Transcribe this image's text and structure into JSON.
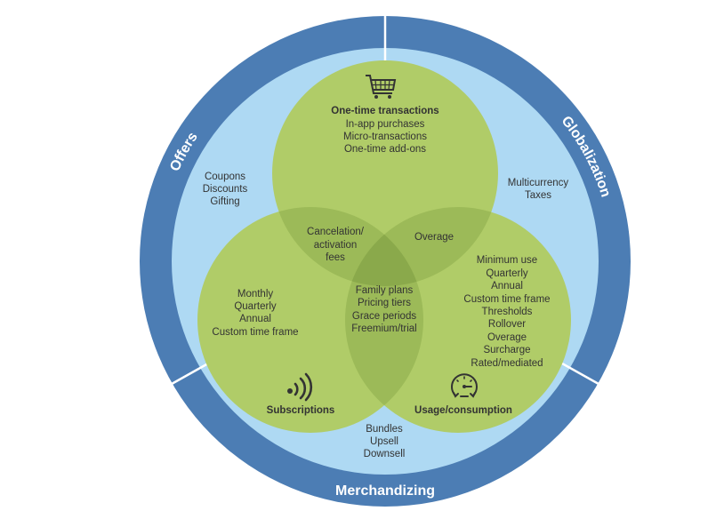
{
  "colors": {
    "outer_ring": "#4c7db4",
    "inner_field": "#aed9f3",
    "circle": "#b0cc68",
    "overlap_two": "#9cba58",
    "overlap_three": "#8aa94b",
    "text": "#333333",
    "ring_text": "#ffffff",
    "divider": "#ffffff"
  },
  "ring_sectors": [
    {
      "id": "offers",
      "label": "Offers",
      "items": [
        "Coupons",
        "Discounts",
        "Gifting"
      ]
    },
    {
      "id": "globalization",
      "label": "Globalization",
      "items": [
        "Multicurrency",
        "Taxes"
      ]
    },
    {
      "id": "merchandizing",
      "label": "Merchandizing",
      "items": [
        "Bundles",
        "Upsell",
        "Downsell"
      ]
    }
  ],
  "circles": [
    {
      "id": "one-time",
      "icon": "shopping-cart-icon",
      "title": "One-time transactions",
      "items": [
        "In-app purchases",
        "Micro-transactions",
        "One-time add-ons"
      ]
    },
    {
      "id": "subscriptions",
      "icon": "signal-waves-icon",
      "title": "Subscriptions",
      "items": [
        "Monthly",
        "Quarterly",
        "Annual",
        "Custom time frame"
      ]
    },
    {
      "id": "usage",
      "icon": "speedometer-icon",
      "title": "Usage/consumption",
      "items": [
        "Minimum use",
        "Quarterly",
        "Annual",
        "Custom time frame",
        "Thresholds",
        "Rollover",
        "Overage",
        "Surcharge",
        "Rated/mediated"
      ]
    }
  ],
  "overlaps": {
    "one_time_subscriptions": [
      "Cancelation/",
      "activation",
      "fees"
    ],
    "one_time_usage": [
      "Overage"
    ],
    "subscriptions_usage": [
      "Family plans",
      "Pricing tiers",
      "Grace periods",
      "Freemium/trial"
    ]
  }
}
